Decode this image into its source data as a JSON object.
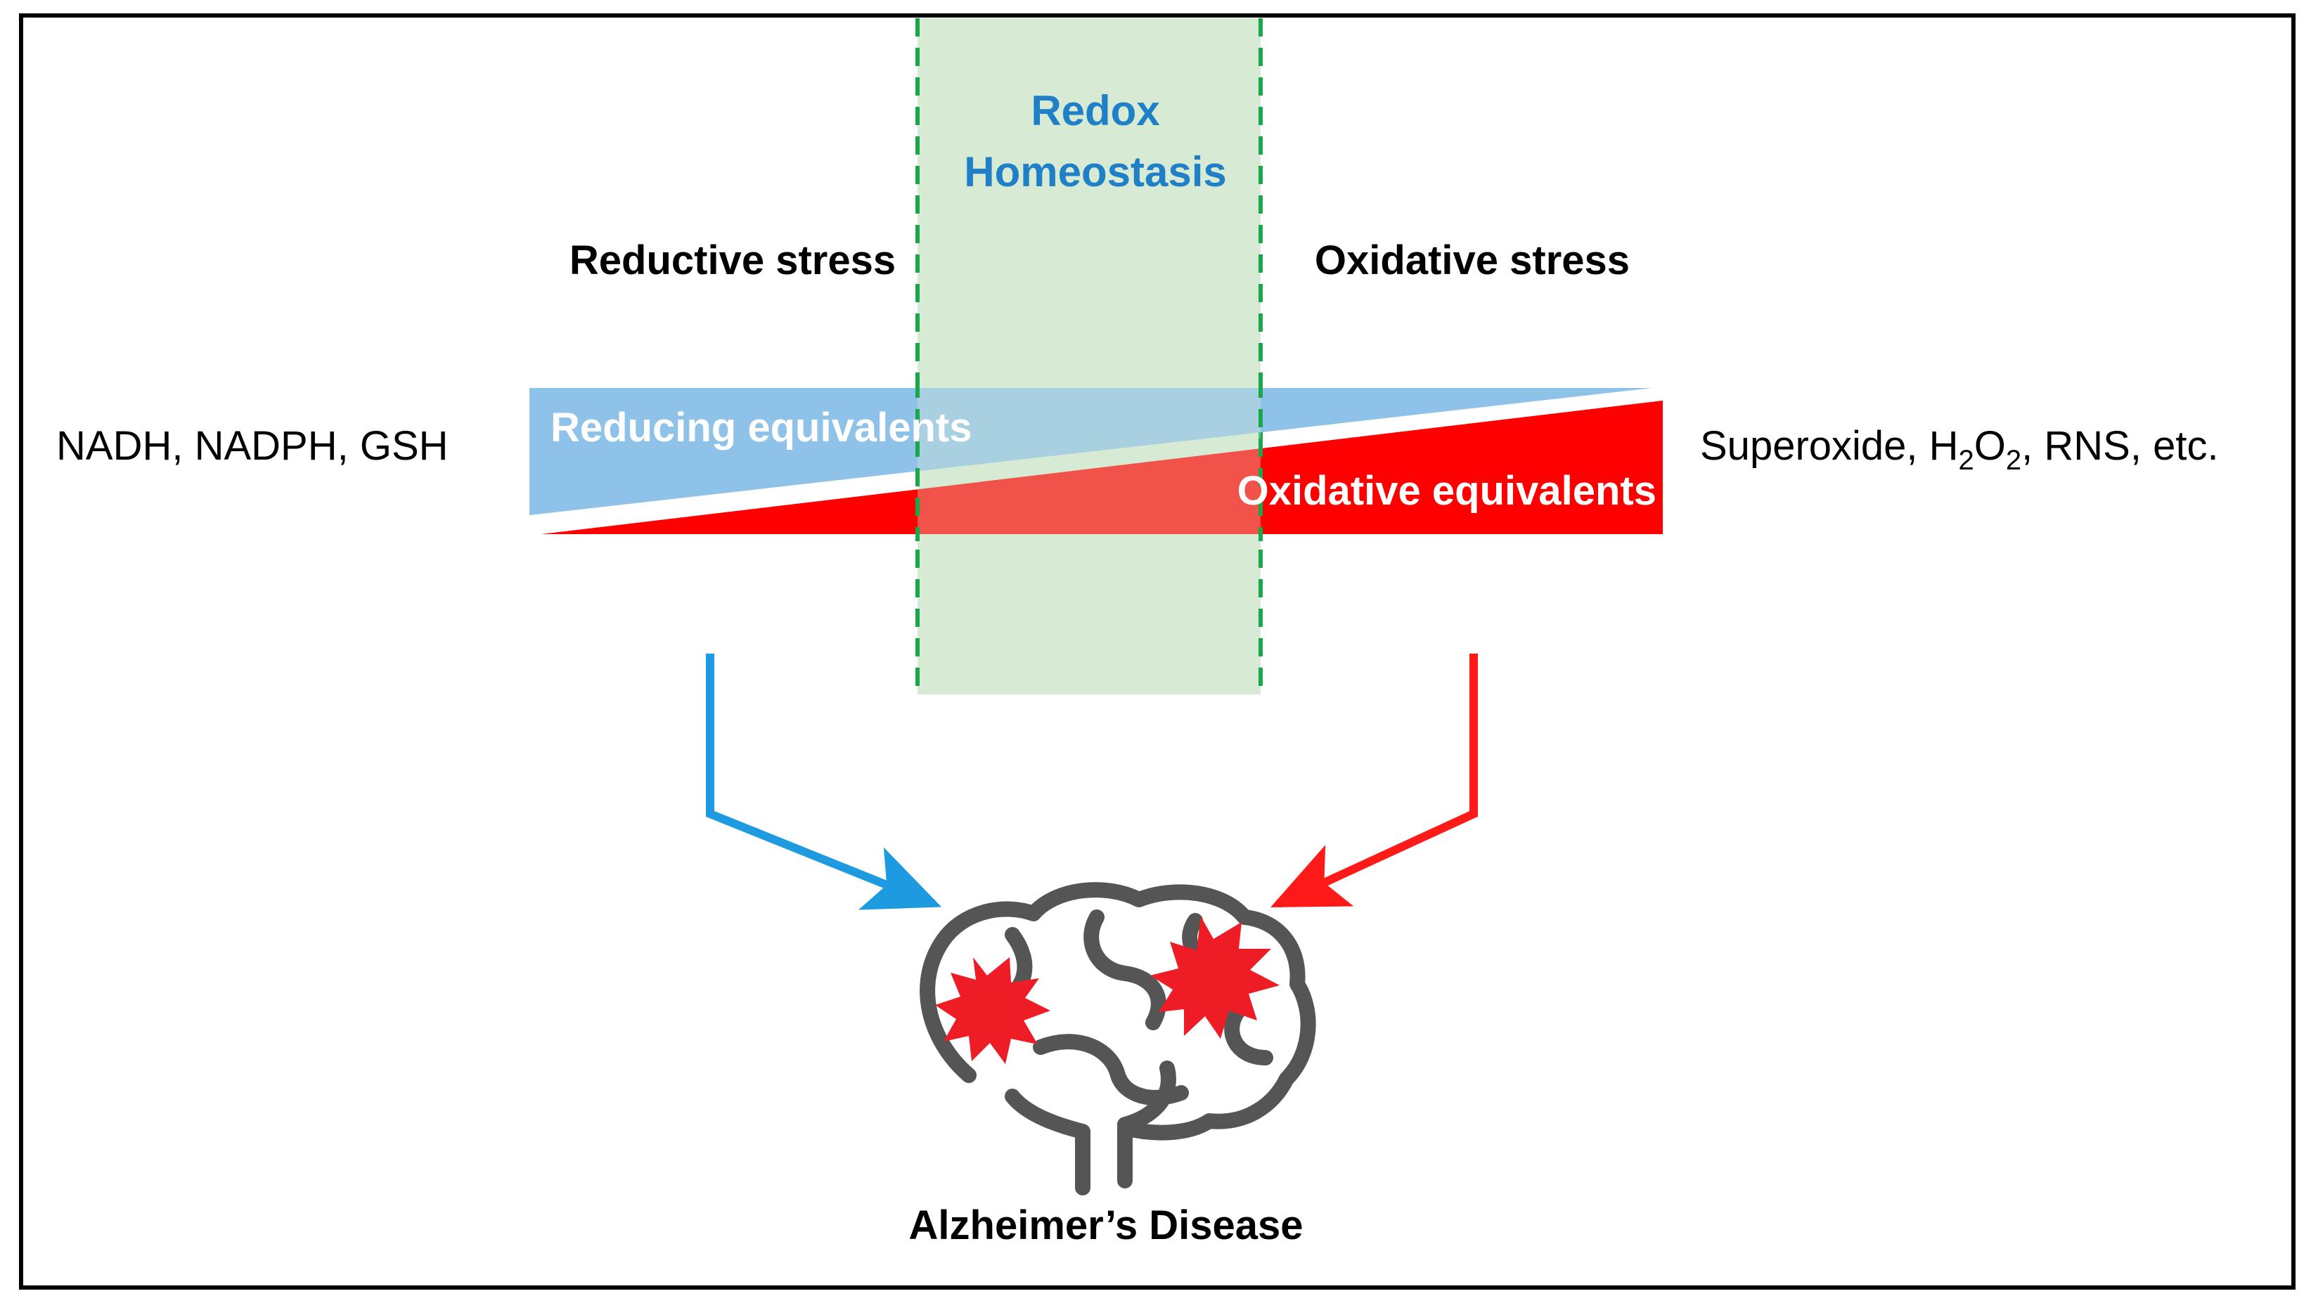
{
  "homeostasis": {
    "line1": "Redox",
    "line2": "Homeostasis"
  },
  "stress": {
    "reductive": "Reductive stress",
    "oxidative": "Oxidative stress"
  },
  "left_species": "NADH, NADPH, GSH",
  "right_species": {
    "prefix": "Superoxide, H",
    "sub1": "2",
    "mid": "O",
    "sub2": "2",
    "suffix": ", RNS, etc."
  },
  "wedges": {
    "reducing": "Reducing equivalents",
    "oxidative": "Oxidative equivalents"
  },
  "outcome": "Alzheimer’s Disease",
  "colors": {
    "homeostasis_band": "#d6ead4",
    "homeostasis_border": "#1aa64b",
    "homeostasis_text": "#1f7fc7",
    "reducing_wedge": "#8fc2e8",
    "oxidative_wedge": "#ff0000",
    "left_arrow": "#1e9ae0",
    "right_arrow": "#ff1a1a",
    "brain": "#555555",
    "burst": "#ee1c25"
  }
}
